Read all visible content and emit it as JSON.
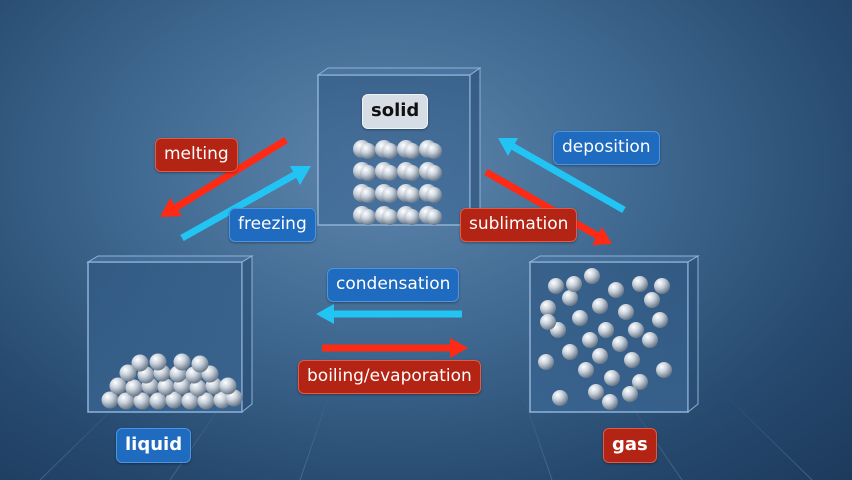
{
  "states": {
    "solid": "solid",
    "liquid": "liquid",
    "gas": "gas"
  },
  "transitions": {
    "melting": "melting",
    "freezing": "freezing",
    "deposition": "deposition",
    "sublimation": "sublimation",
    "condensation": "condensation",
    "boiling": "boiling/evaporation"
  },
  "colors": {
    "heating_arrow": "#ff2a14",
    "cooling_arrow": "#22c4f4",
    "heating_label": "#b42414",
    "cooling_label": "#1f6bc0",
    "solid_label": "#d6dde4"
  }
}
